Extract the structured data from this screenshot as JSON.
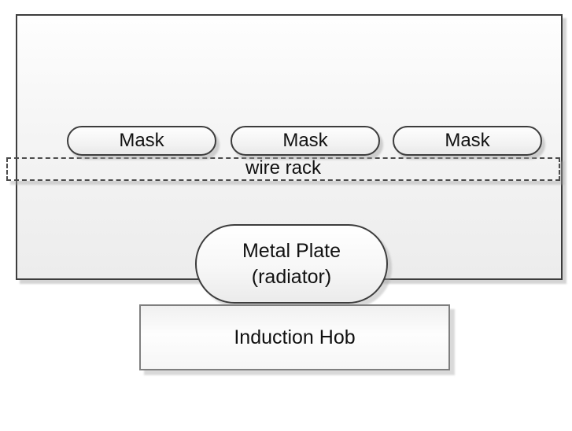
{
  "diagram": {
    "masks": [
      {
        "label": "Mask"
      },
      {
        "label": "Mask"
      },
      {
        "label": "Mask"
      }
    ],
    "wire_rack_label": "wire rack",
    "metal_plate": {
      "line1": "Metal Plate",
      "line2": "(radiator)"
    },
    "induction_hob_label": "Induction Hob"
  },
  "colors": {
    "shape_border_dark": "#3d3d3d",
    "hob_border_gray": "#7f7f7f",
    "dashed_line": "#4c4c4c",
    "fill_top": "#fefefe",
    "fill_bottom": "#ececec",
    "shadow": "#c9c9c9",
    "text": "#111111",
    "background": "#ffffff"
  }
}
